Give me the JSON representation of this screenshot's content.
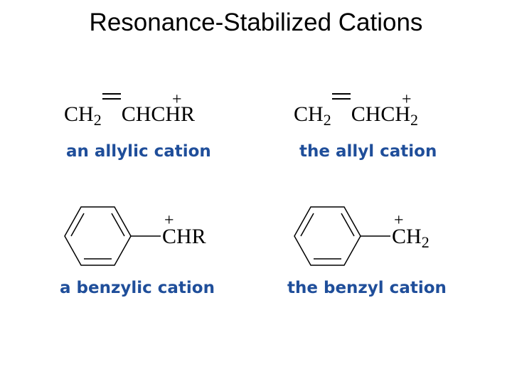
{
  "title": "Resonance-Stabilized Cations",
  "allylic": {
    "ch2": "CH",
    "sub2": "2",
    "rest": "CHCHR",
    "plus": "+",
    "label": "an allylic cation"
  },
  "allyl": {
    "ch2": "CH",
    "sub2": "2",
    "mid": "CHCH",
    "sub2b": "2",
    "plus": "+",
    "label": "the allyl cation"
  },
  "benzylic": {
    "group": "CHR",
    "plus": "+",
    "label": "a benzylic cation"
  },
  "benzyl": {
    "group": "CH",
    "sub2": "2",
    "plus": "+",
    "label": "the benzyl cation"
  }
}
